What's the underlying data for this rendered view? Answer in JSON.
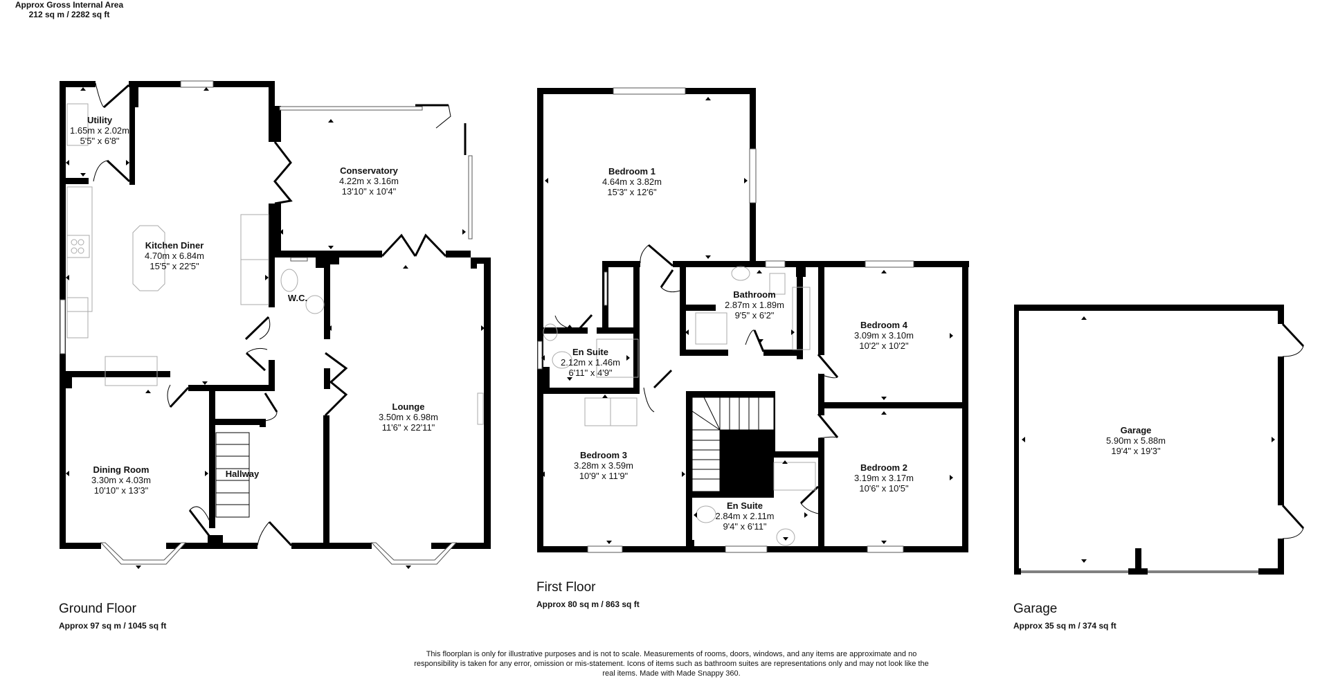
{
  "header": {
    "title": "Approx Gross Internal Area",
    "total_area": "212 sq m / 2282 sq ft"
  },
  "floors": {
    "ground": {
      "name": "Ground Floor",
      "area": "Approx 97 sq m / 1045 sq ft",
      "rooms": [
        {
          "name": "Utility",
          "metric": "1.65m x 2.02m",
          "imperial": "5'5\" x 6'8\""
        },
        {
          "name": "Kitchen Diner",
          "metric": "4.70m x 6.84m",
          "imperial": "15'5\" x 22'5\""
        },
        {
          "name": "Conservatory",
          "metric": "4.22m x 3.16m",
          "imperial": "13'10\" x 10'4\""
        },
        {
          "name": "W.C.",
          "metric": "",
          "imperial": ""
        },
        {
          "name": "Dining Room",
          "metric": "3.30m x 4.03m",
          "imperial": "10'10\" x 13'3\""
        },
        {
          "name": "Hallway",
          "metric": "",
          "imperial": ""
        },
        {
          "name": "Lounge",
          "metric": "3.50m x 6.98m",
          "imperial": "11'6\" x 22'11\""
        }
      ]
    },
    "first": {
      "name": "First Floor",
      "area": "Approx 80 sq m / 863 sq ft",
      "rooms": [
        {
          "name": "Bedroom 1",
          "metric": "4.64m x 3.82m",
          "imperial": "15'3\" x 12'6\""
        },
        {
          "name": "En Suite",
          "metric": "2.12m x 1.46m",
          "imperial": "6'11\" x 4'9\""
        },
        {
          "name": "Bathroom",
          "metric": "2.87m x 1.89m",
          "imperial": "9'5\" x 6'2\""
        },
        {
          "name": "Bedroom 4",
          "metric": "3.09m x 3.10m",
          "imperial": "10'2\" x 10'2\""
        },
        {
          "name": "Bedroom 3",
          "metric": "3.28m x 3.59m",
          "imperial": "10'9\" x 11'9\""
        },
        {
          "name": "En Suite",
          "metric": "2.84m x 2.11m",
          "imperial": "9'4\" x 6'11\""
        },
        {
          "name": "Bedroom 2",
          "metric": "3.19m x 3.17m",
          "imperial": "10'6\" x 10'5\""
        }
      ]
    },
    "garage": {
      "name": "Garage",
      "area": "Approx 35 sq m / 374 sq ft",
      "rooms": [
        {
          "name": "Garage",
          "metric": "5.90m x 5.88m",
          "imperial": "19'4\" x 19'3\""
        }
      ]
    }
  },
  "disclaimer": "This floorplan is only for illustrative purposes and is not to scale. Measurements of rooms, doors, windows, and any items are approximate and no responsibility is taken for any error, omission or mis-statement. Icons of items such as bathroom suites are representations only and may not look like the real items. Made with Made Snappy 360.",
  "colors": {
    "wall": "#000000",
    "fixture": "#bbbbbb",
    "background": "#ffffff"
  }
}
